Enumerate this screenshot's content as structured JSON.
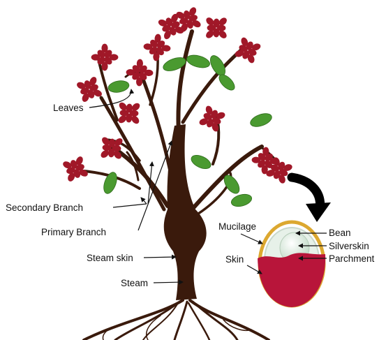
{
  "labels": {
    "leaves": "Leaves",
    "secondary_branch": "Secondary Branch",
    "primary_branch": "Primary Branch",
    "steam_skin": "Steam skin",
    "steam": "Steam",
    "mucilage": "Mucilage",
    "skin": "Skin",
    "bean": "Bean",
    "silverskin": "Silverskin",
    "parchment": "Parchment"
  },
  "colors": {
    "trunk": "#3a1a0c",
    "cherry": "#a01828",
    "leaf": "#4a9a30",
    "skin": "#b8153a",
    "mucilage": "#dca830",
    "bean": "#d6ead8",
    "arrow": "#000000"
  },
  "icons": {
    "curved_arrow": "black-curved-arrow-icon"
  }
}
